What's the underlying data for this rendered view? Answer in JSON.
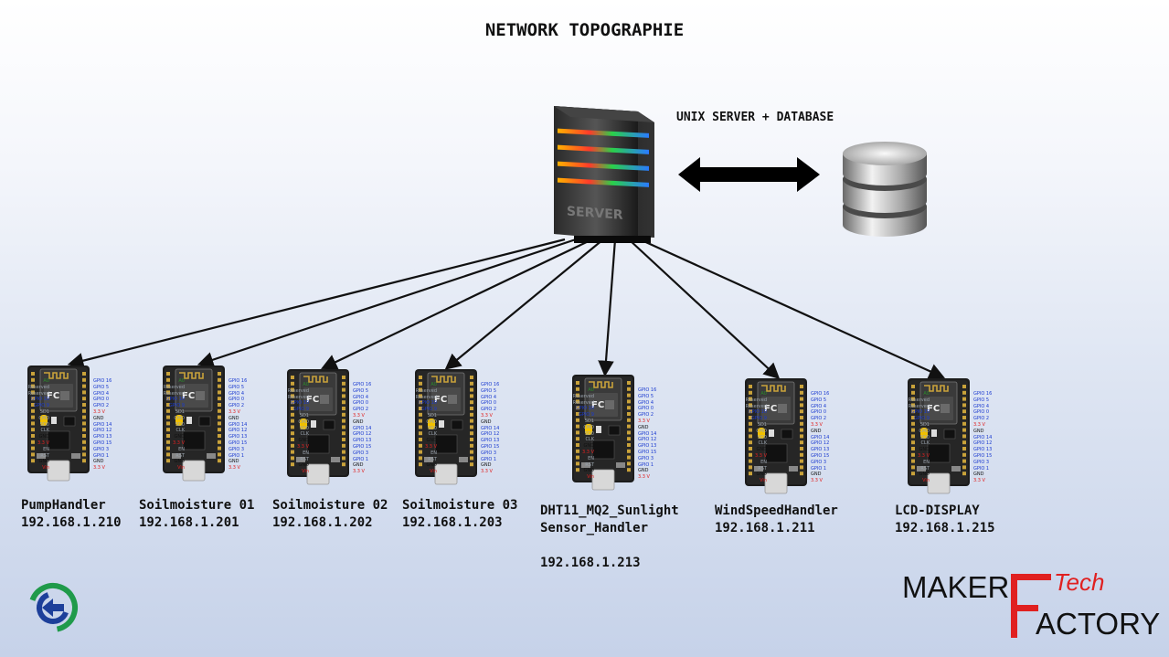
{
  "title": "NETWORK TOPOGRAPHIE",
  "server_label": "UNIX SERVER + DATABASE",
  "server_text": "SERVER",
  "pin_labels_left": [
    {
      "t": "A0",
      "c": "g"
    },
    {
      "t": "Reserved",
      "c": "s"
    },
    {
      "t": "Reserved",
      "c": "s"
    },
    {
      "t": "GPIO 10",
      "c": "b"
    },
    {
      "t": "GPIO 9",
      "c": "b"
    },
    {
      "t": "SD1",
      "c": "s"
    },
    {
      "t": "CMD",
      "c": "s"
    },
    {
      "t": "SD0",
      "c": "s"
    },
    {
      "t": "CLK",
      "c": "s"
    },
    {
      "t": "GND",
      "c": "k"
    },
    {
      "t": "3.3 V",
      "c": "r"
    },
    {
      "t": "EN",
      "c": "s"
    },
    {
      "t": "RST",
      "c": "s"
    },
    {
      "t": "GND",
      "c": "k"
    },
    {
      "t": "Vin",
      "c": "r"
    }
  ],
  "pin_labels_right": [
    {
      "t": "GPIO 16",
      "c": "b"
    },
    {
      "t": "GPIO 5",
      "c": "b"
    },
    {
      "t": "GPIO 4",
      "c": "b"
    },
    {
      "t": "GPIO 0",
      "c": "b"
    },
    {
      "t": "GPIO 2",
      "c": "b"
    },
    {
      "t": "3.3 V",
      "c": "r"
    },
    {
      "t": "GND",
      "c": "k"
    },
    {
      "t": "GPIO 14",
      "c": "b"
    },
    {
      "t": "GPIO 12",
      "c": "b"
    },
    {
      "t": "GPIO 13",
      "c": "b"
    },
    {
      "t": "GPIO 15",
      "c": "b"
    },
    {
      "t": "GPIO 3",
      "c": "b"
    },
    {
      "t": "GPIO 1",
      "c": "b"
    },
    {
      "t": "GND",
      "c": "k"
    },
    {
      "t": "3.3 V",
      "c": "r"
    }
  ],
  "nodes": [
    {
      "name": [
        "PumpHandler"
      ],
      "ip": "192.168.1.210"
    },
    {
      "name": [
        "Soilmoisture 01"
      ],
      "ip": "192.168.1.201"
    },
    {
      "name": [
        "Soilmoisture 02"
      ],
      "ip": "192.168.1.202"
    },
    {
      "name": [
        "Soilmoisture 03"
      ],
      "ip": "192.168.1.203"
    },
    {
      "name": [
        "DHT11_MQ2_Sunlight",
        "Sensor_Handler"
      ],
      "ip": "192.168.1.213"
    },
    {
      "name": [
        "WindSpeedHandler"
      ],
      "ip": "192.168.1.211"
    },
    {
      "name": [
        "LCD-DISPLAY"
      ],
      "ip": "192.168.1.215"
    }
  ],
  "logo": {
    "maker": "MAKER",
    "tech": "Tech",
    "factory": "ACTORY"
  }
}
